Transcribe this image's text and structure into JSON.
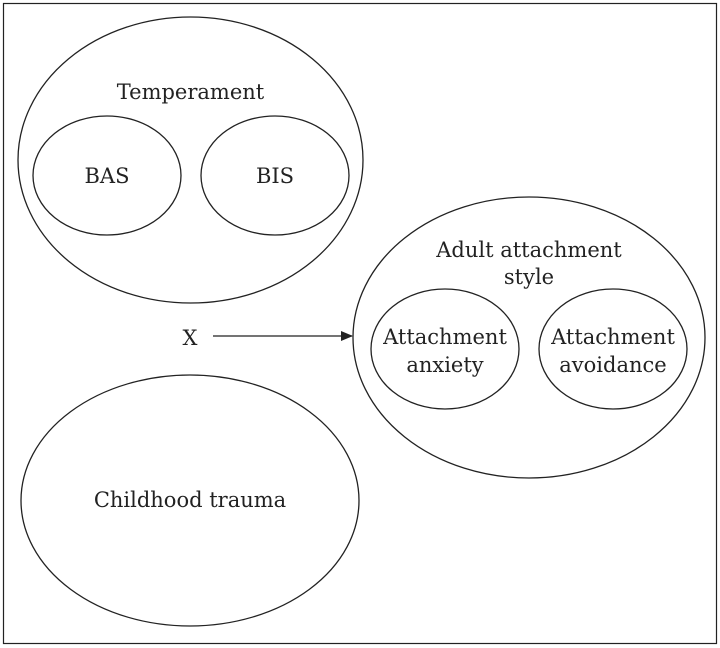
{
  "diagram": {
    "temperament": {
      "label": "Temperament",
      "bas": {
        "label": "BAS"
      },
      "bis": {
        "label": "BIS"
      }
    },
    "childhood_trauma": {
      "label": "Childhood trauma"
    },
    "interaction": {
      "label": "X"
    },
    "adult_attachment": {
      "label_line1": "Adult attachment",
      "label_line2": "style",
      "anxiety": {
        "line1": "Attachment",
        "line2": "anxiety"
      },
      "avoidance": {
        "line1": "Attachment",
        "line2": "avoidance"
      }
    }
  }
}
